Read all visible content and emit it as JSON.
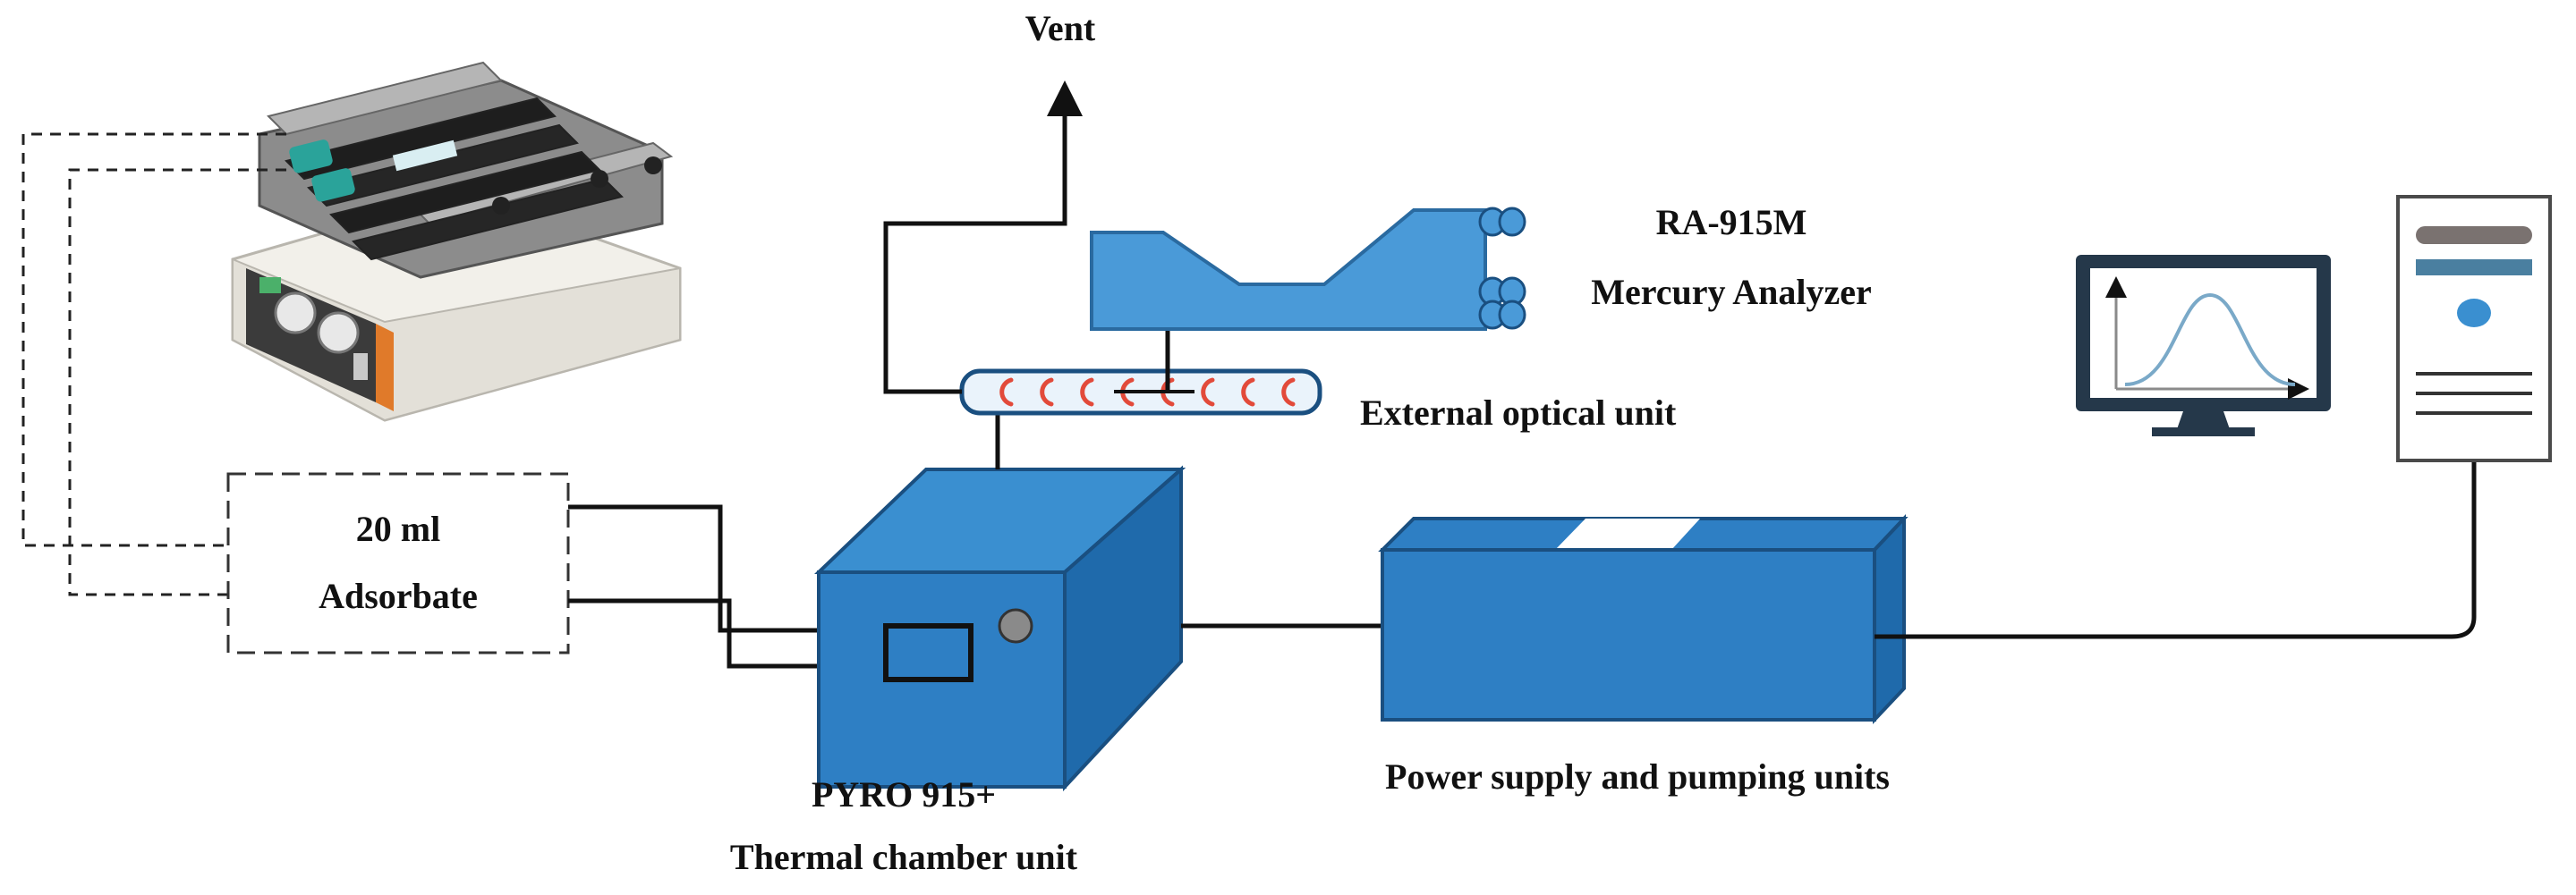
{
  "labels": {
    "vent": "Vent",
    "analyzer_model": "RA-915M",
    "analyzer_name": "Mercury Analyzer",
    "optical_unit": "External optical unit",
    "sample_volume": "20 ml",
    "sample_name": "Adsorbate",
    "pyro_model": "PYRO 915+",
    "pyro_name": "Thermal chamber unit",
    "power_unit": "Power supply and pumping units"
  },
  "colors": {
    "device_blue": "#2e7fc4",
    "device_dark": "#1c5a92",
    "analyzer_blue": "#4a9ad8",
    "tube_red": "#e24a3a",
    "tube_fill": "#eaf3fb",
    "line": "#111111"
  },
  "icons": {
    "shaker": "rotary-shaker-icon",
    "monitor": "monitor-chart-icon",
    "pc_tower": "pc-tower-icon"
  }
}
